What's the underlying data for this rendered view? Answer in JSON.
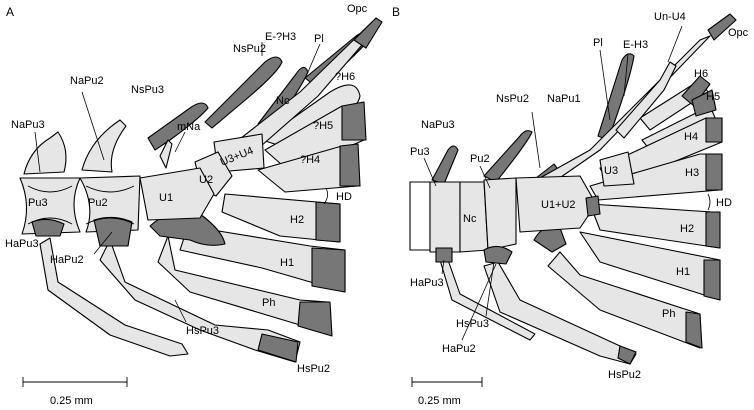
{
  "panel_a": {
    "letter": "A",
    "labels": {
      "opc": "Opc",
      "pl": "Pl",
      "e_h3": "E-?H3",
      "nspu2": "NsPu2",
      "nspu3": "NsPu3",
      "napu2": "NaPu2",
      "napu3": "NaPu3",
      "mna": "mNa",
      "nc": "Nc",
      "h6": "?H6",
      "h5": "?H5",
      "u3u4": "U3+U4",
      "h4": "?H4",
      "u2": "U2",
      "hd": "HD",
      "u1": "U1",
      "pu3": "Pu3",
      "pu2": "Pu2",
      "h2": "H2",
      "hapu3": "HaPu3",
      "h1": "H1",
      "hapu2": "HaPu2",
      "ph": "Ph",
      "hspu3": "HsPu3",
      "hspu2": "HsPu2"
    },
    "scale_label": "0.25 mm"
  },
  "panel_b": {
    "letter": "B",
    "labels": {
      "unu4": "Un-U4",
      "opc": "Opc",
      "pl": "Pl",
      "eh3": "E-H3",
      "h6": "H6",
      "nspu2": "NsPu2",
      "napu1": "NaPu1",
      "h5": "H5",
      "napu3": "NaPu3",
      "h4": "H4",
      "pu3": "Pu3",
      "pu2": "Pu2",
      "u3": "U3",
      "h3": "H3",
      "nc": "Nc",
      "u1u2": "U1+U2",
      "hd": "HD",
      "h2": "H2",
      "h1": "H1",
      "hapu3": "HaPu3",
      "hspu3": "HsPu3",
      "ph": "Ph",
      "hapu2": "HaPu2",
      "hspu2": "HsPu2"
    },
    "scale_label": "0.25 mm"
  }
}
